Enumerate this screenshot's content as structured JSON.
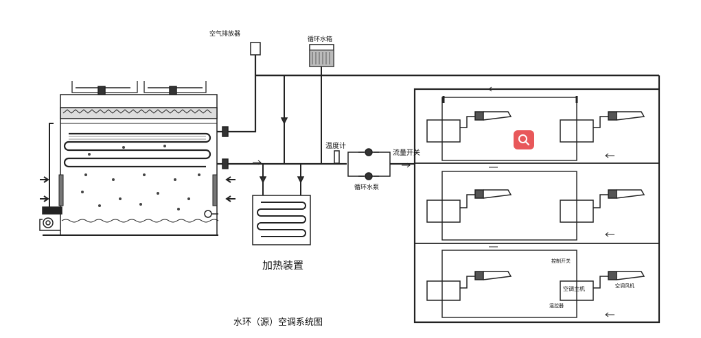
{
  "diagram": {
    "title": "水环（源）空调系统图",
    "labels": {
      "air_separator": "空气排放器",
      "expansion_tank": "循环水箱",
      "thermometer": "温度计",
      "flow_switch": "流量开关",
      "circ_pump": "循环水泵",
      "heater": "加热装置",
      "small_label_a": "控制开关",
      "small_label_b": "温控器",
      "unit_label": "空调主机",
      "unit_label_2": "空调风机"
    }
  },
  "toolbar": {
    "zoom_icon": "magnifier-icon",
    "zoom_color": "#e8585a"
  }
}
